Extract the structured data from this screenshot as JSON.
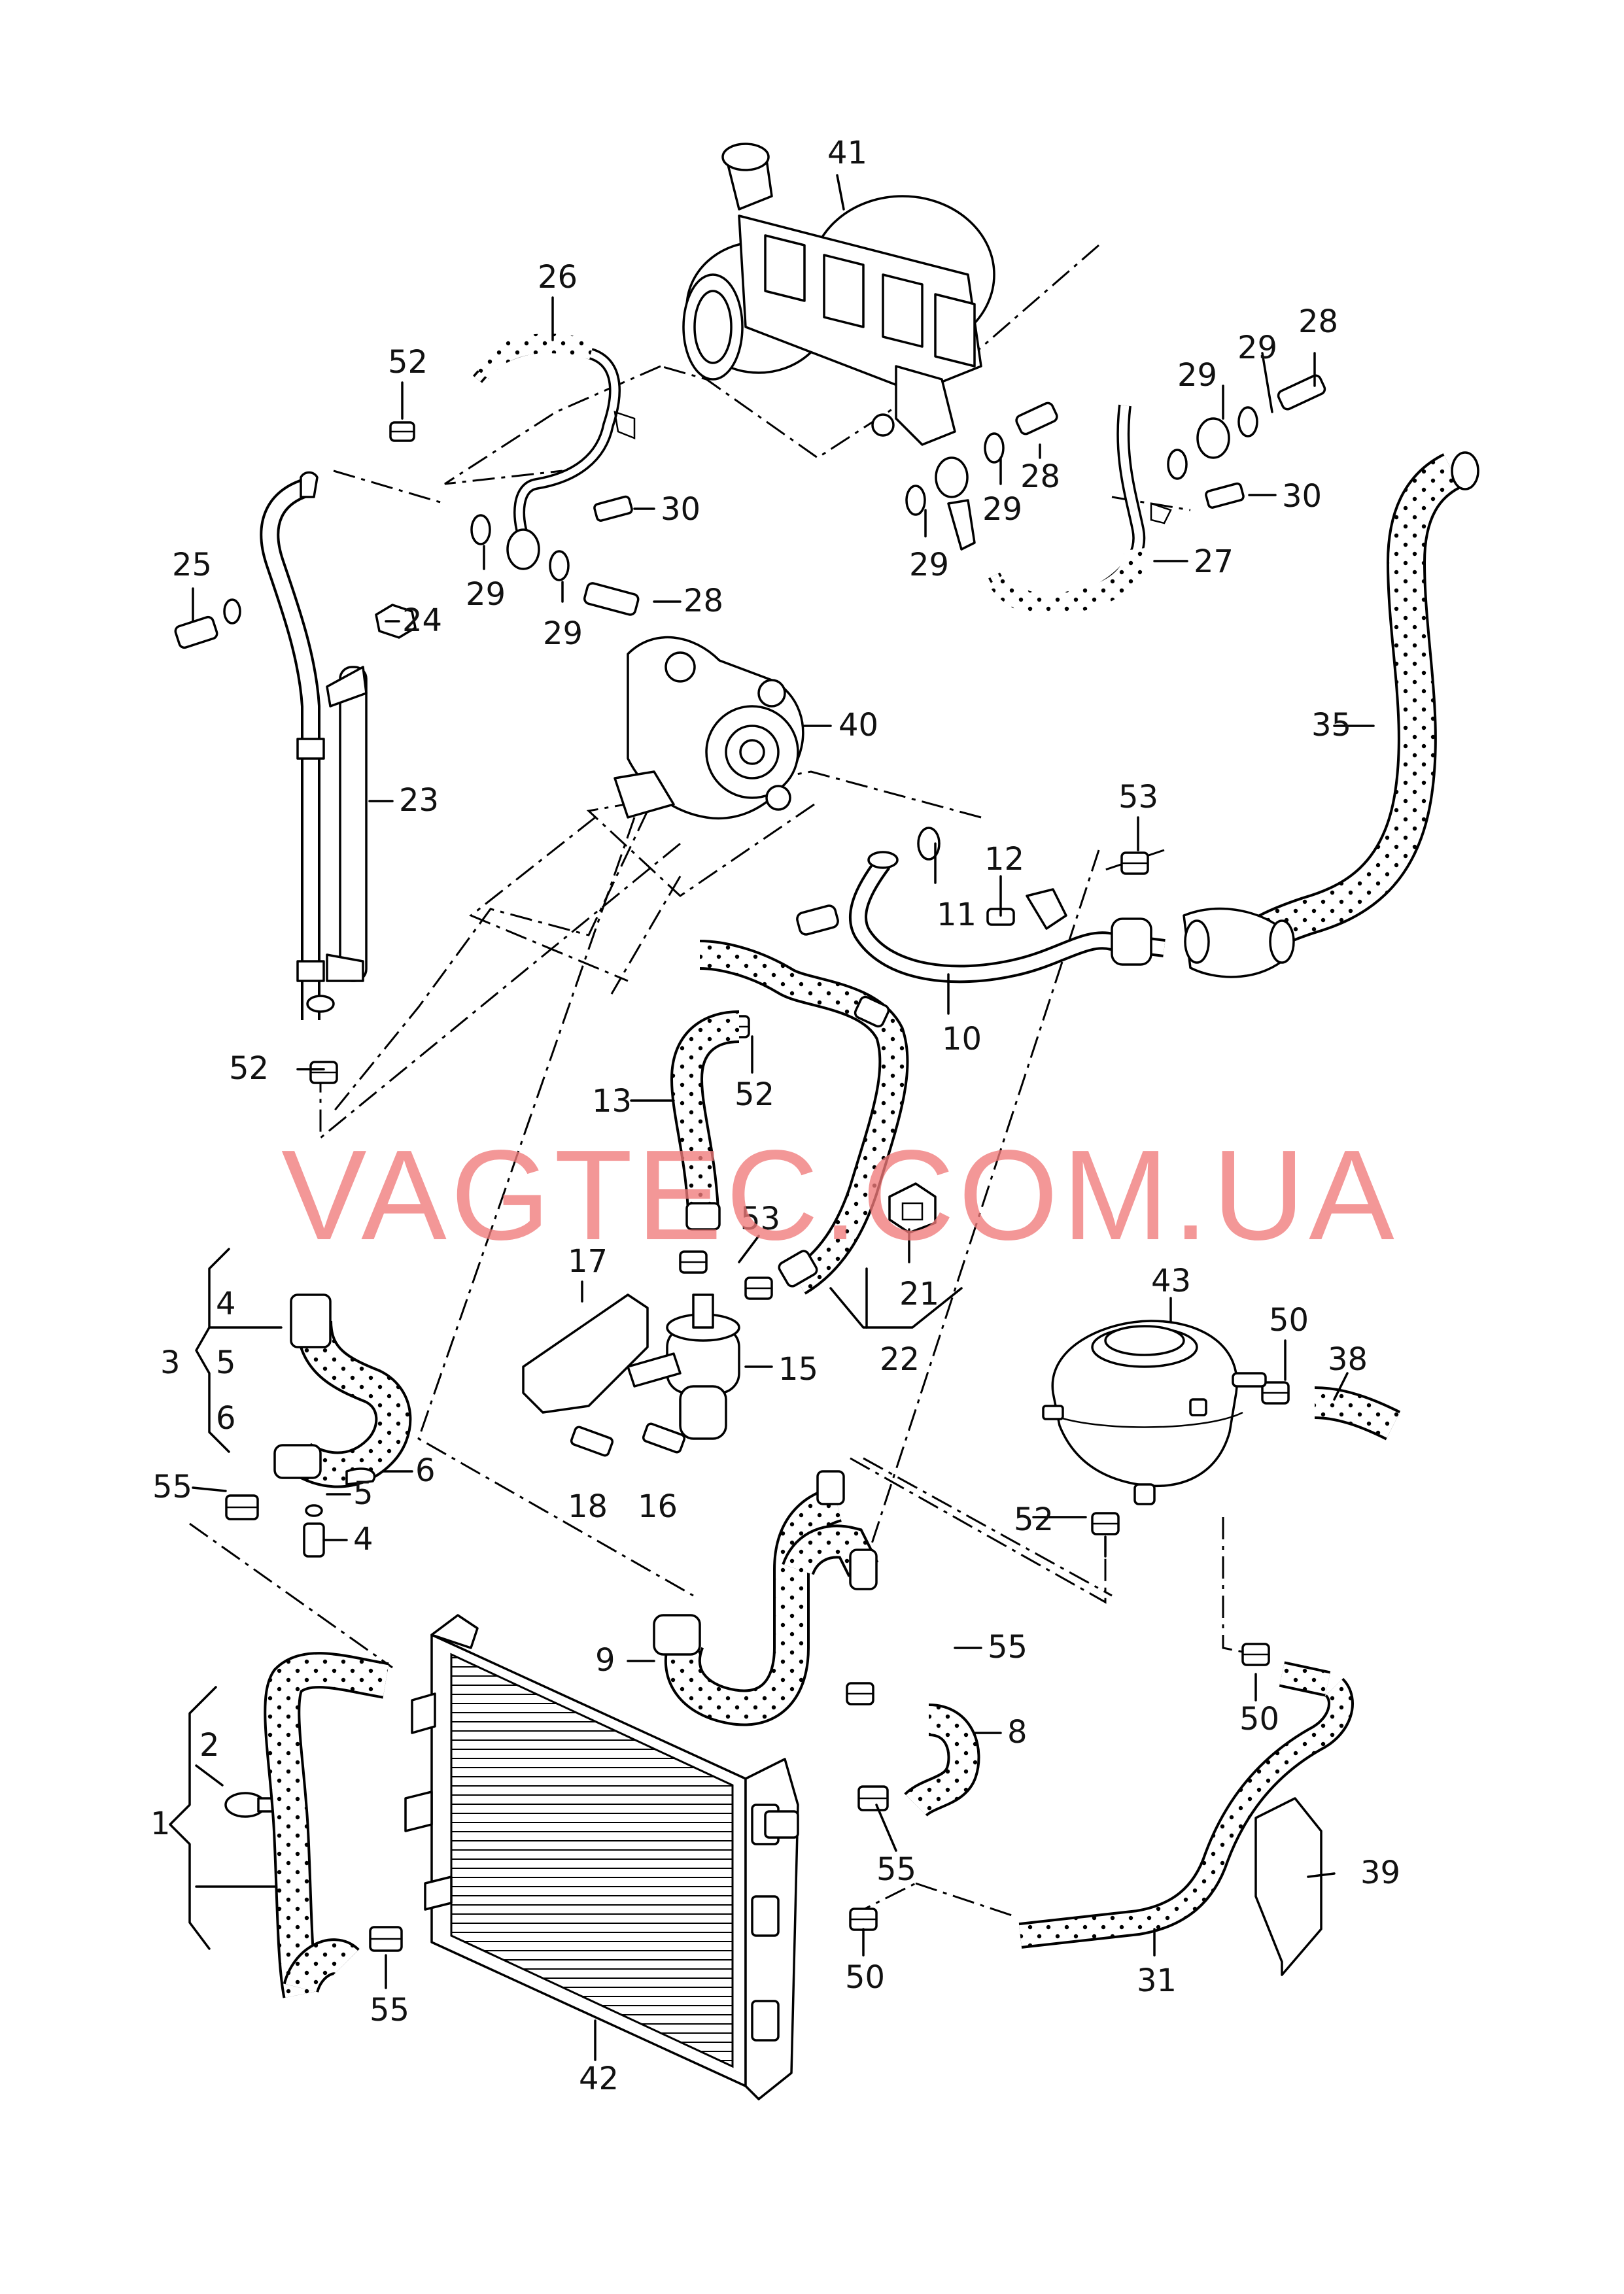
{
  "watermark": "VAGTEC.COM.UA",
  "callouts": [
    "1",
    "2",
    "3",
    "4",
    "5",
    "6",
    "8",
    "9",
    "10",
    "11",
    "12",
    "13",
    "15",
    "16",
    "17",
    "18",
    "21",
    "22",
    "23",
    "24",
    "25",
    "26",
    "27",
    "28",
    "29",
    "30",
    "31",
    "35",
    "38",
    "39",
    "40",
    "41",
    "42",
    "43",
    "50",
    "52",
    "53",
    "55"
  ],
  "parts": {
    "turbocharger": "41",
    "coolant_pump": "40",
    "radiator": "42",
    "expansion_tank": "43",
    "auxiliary_pump": "15",
    "return_line": "23",
    "coolant_pipe": "10",
    "turbo_feed_line": "26",
    "turbo_return_line": "27",
    "upper_hose": "35",
    "tank_hose": "31",
    "air_guide": "39"
  }
}
